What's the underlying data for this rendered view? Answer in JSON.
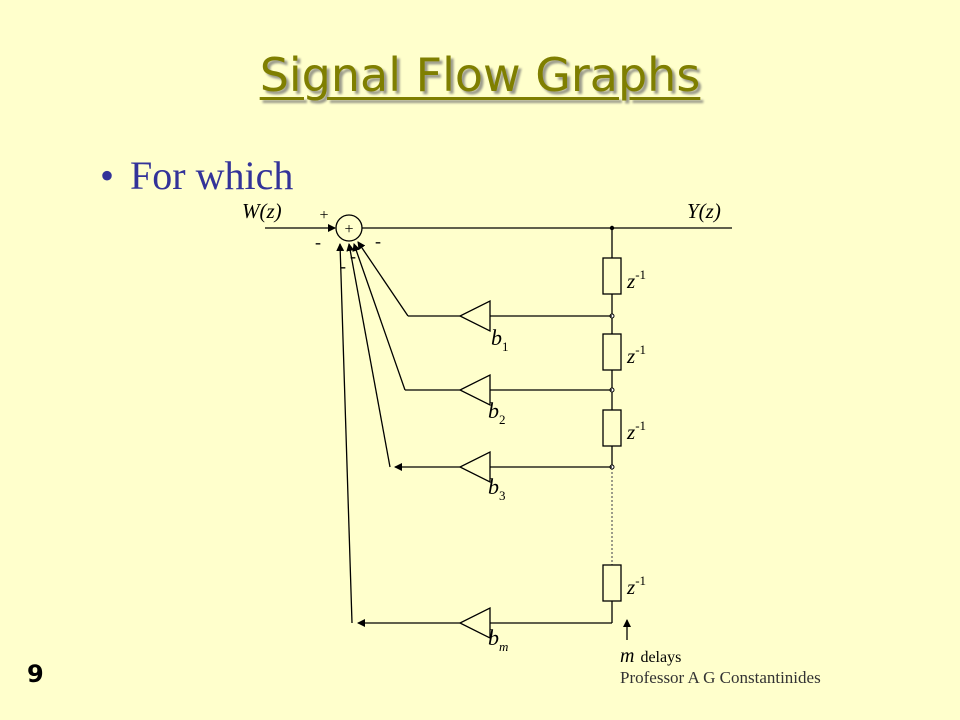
{
  "slide": {
    "title": "Signal Flow Graphs",
    "bullet": "For which",
    "page_number": "9",
    "footer": "Professor A G Constantinides"
  },
  "diagram": {
    "input_label": "W(z)",
    "output_label": "Y(z)",
    "adder_sign": "+",
    "input_sign": "+",
    "feedback_signs": [
      "-",
      "-",
      "-",
      "-"
    ],
    "delay_label": "z",
    "delay_exponent": "-1",
    "coefficients": [
      {
        "base": "b",
        "sub": "1"
      },
      {
        "base": "b",
        "sub": "2"
      },
      {
        "base": "b",
        "sub": "3"
      },
      {
        "base": "b",
        "sub": "m"
      }
    ],
    "delays_note_var": "m",
    "delays_note_text": "delays"
  },
  "colors": {
    "background": "#FFFFCC",
    "title": "#7F7F00",
    "bullet": "#333399",
    "lines": "#000000"
  }
}
